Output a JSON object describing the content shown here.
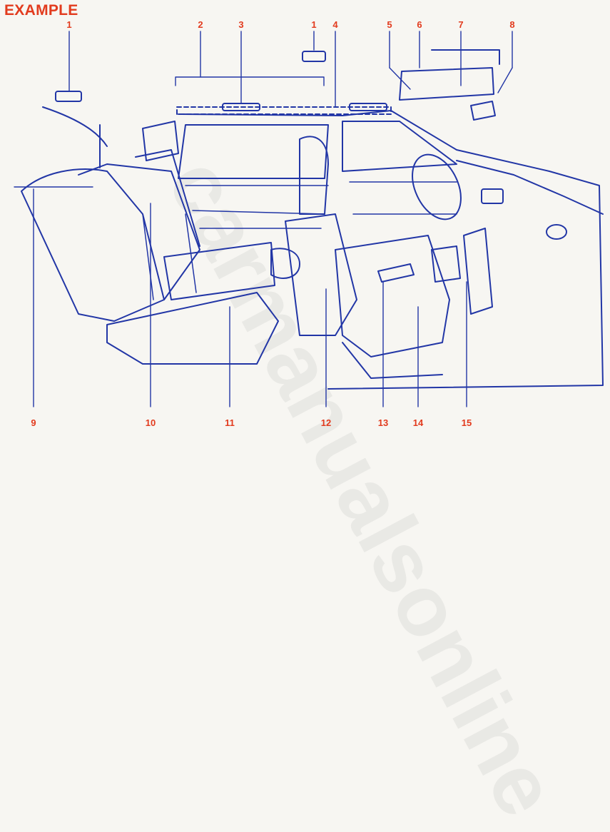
{
  "title": "EXAMPLE",
  "colors": {
    "label": "#e23b1e",
    "line": "#2236a6",
    "background": "#f7f6f2"
  },
  "callouts": {
    "c1a": "1",
    "c2": "2",
    "c3": "3",
    "c1b": "1",
    "c4": "4",
    "c5": "5",
    "c6": "6",
    "c7": "7",
    "c8": "8",
    "c9": "9",
    "c10": "10",
    "c11": "11",
    "c12": "12",
    "c13": "13",
    "c14": "14",
    "c15": "15"
  },
  "watermark": "carmanualsonline"
}
